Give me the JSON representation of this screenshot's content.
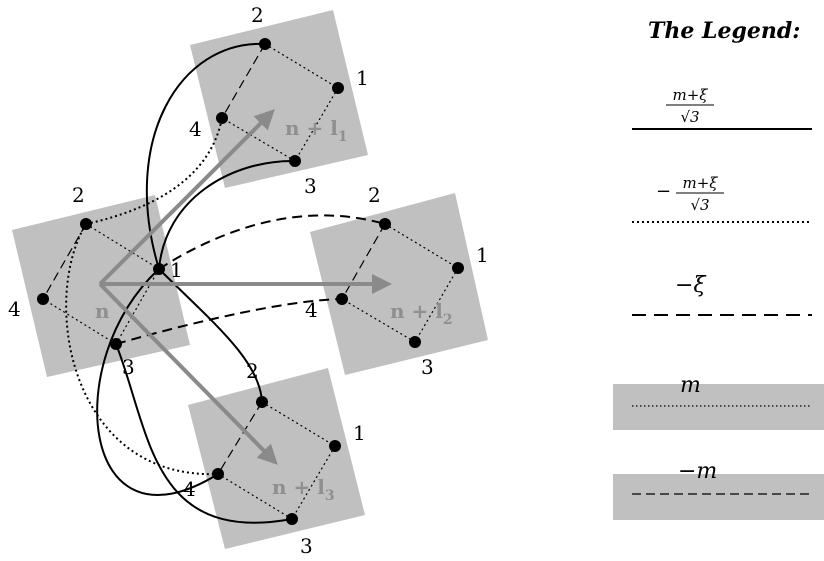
{
  "colors": {
    "cell_fill": "#c0c0c0",
    "arrow": "#8a8a8a",
    "line": "#000000",
    "cell_label": "#8f8f8f"
  },
  "site_labels": [
    "1",
    "2",
    "3",
    "4"
  ],
  "cells": {
    "n": {
      "label": "n",
      "sites": {
        "1": "1",
        "2": "2",
        "3": "3",
        "4": "4"
      }
    },
    "l1": {
      "label_main": "n + l",
      "label_sub": "1",
      "sites": {
        "1": "1",
        "2": "2",
        "3": "3",
        "4": "4"
      }
    },
    "l2": {
      "label_main": "n + l",
      "label_sub": "2",
      "sites": {
        "1": "1",
        "2": "2",
        "3": "3",
        "4": "4"
      }
    },
    "l3": {
      "label_main": "n + l",
      "label_sub": "3",
      "sites": {
        "1": "1",
        "2": "2",
        "3": "3",
        "4": "4"
      }
    }
  },
  "legend": {
    "title": "The Legend:",
    "entries": [
      {
        "style": "solid",
        "label_prefix": "",
        "num": "m+ξ",
        "den": "√3"
      },
      {
        "style": "dotted",
        "label_prefix": "−",
        "num": "m+ξ",
        "den": "√3"
      },
      {
        "style": "dashed",
        "label": "−ξ"
      },
      {
        "style": "cell-dotted",
        "label": "m"
      },
      {
        "style": "cell-dashed",
        "label": "−m"
      }
    ]
  }
}
